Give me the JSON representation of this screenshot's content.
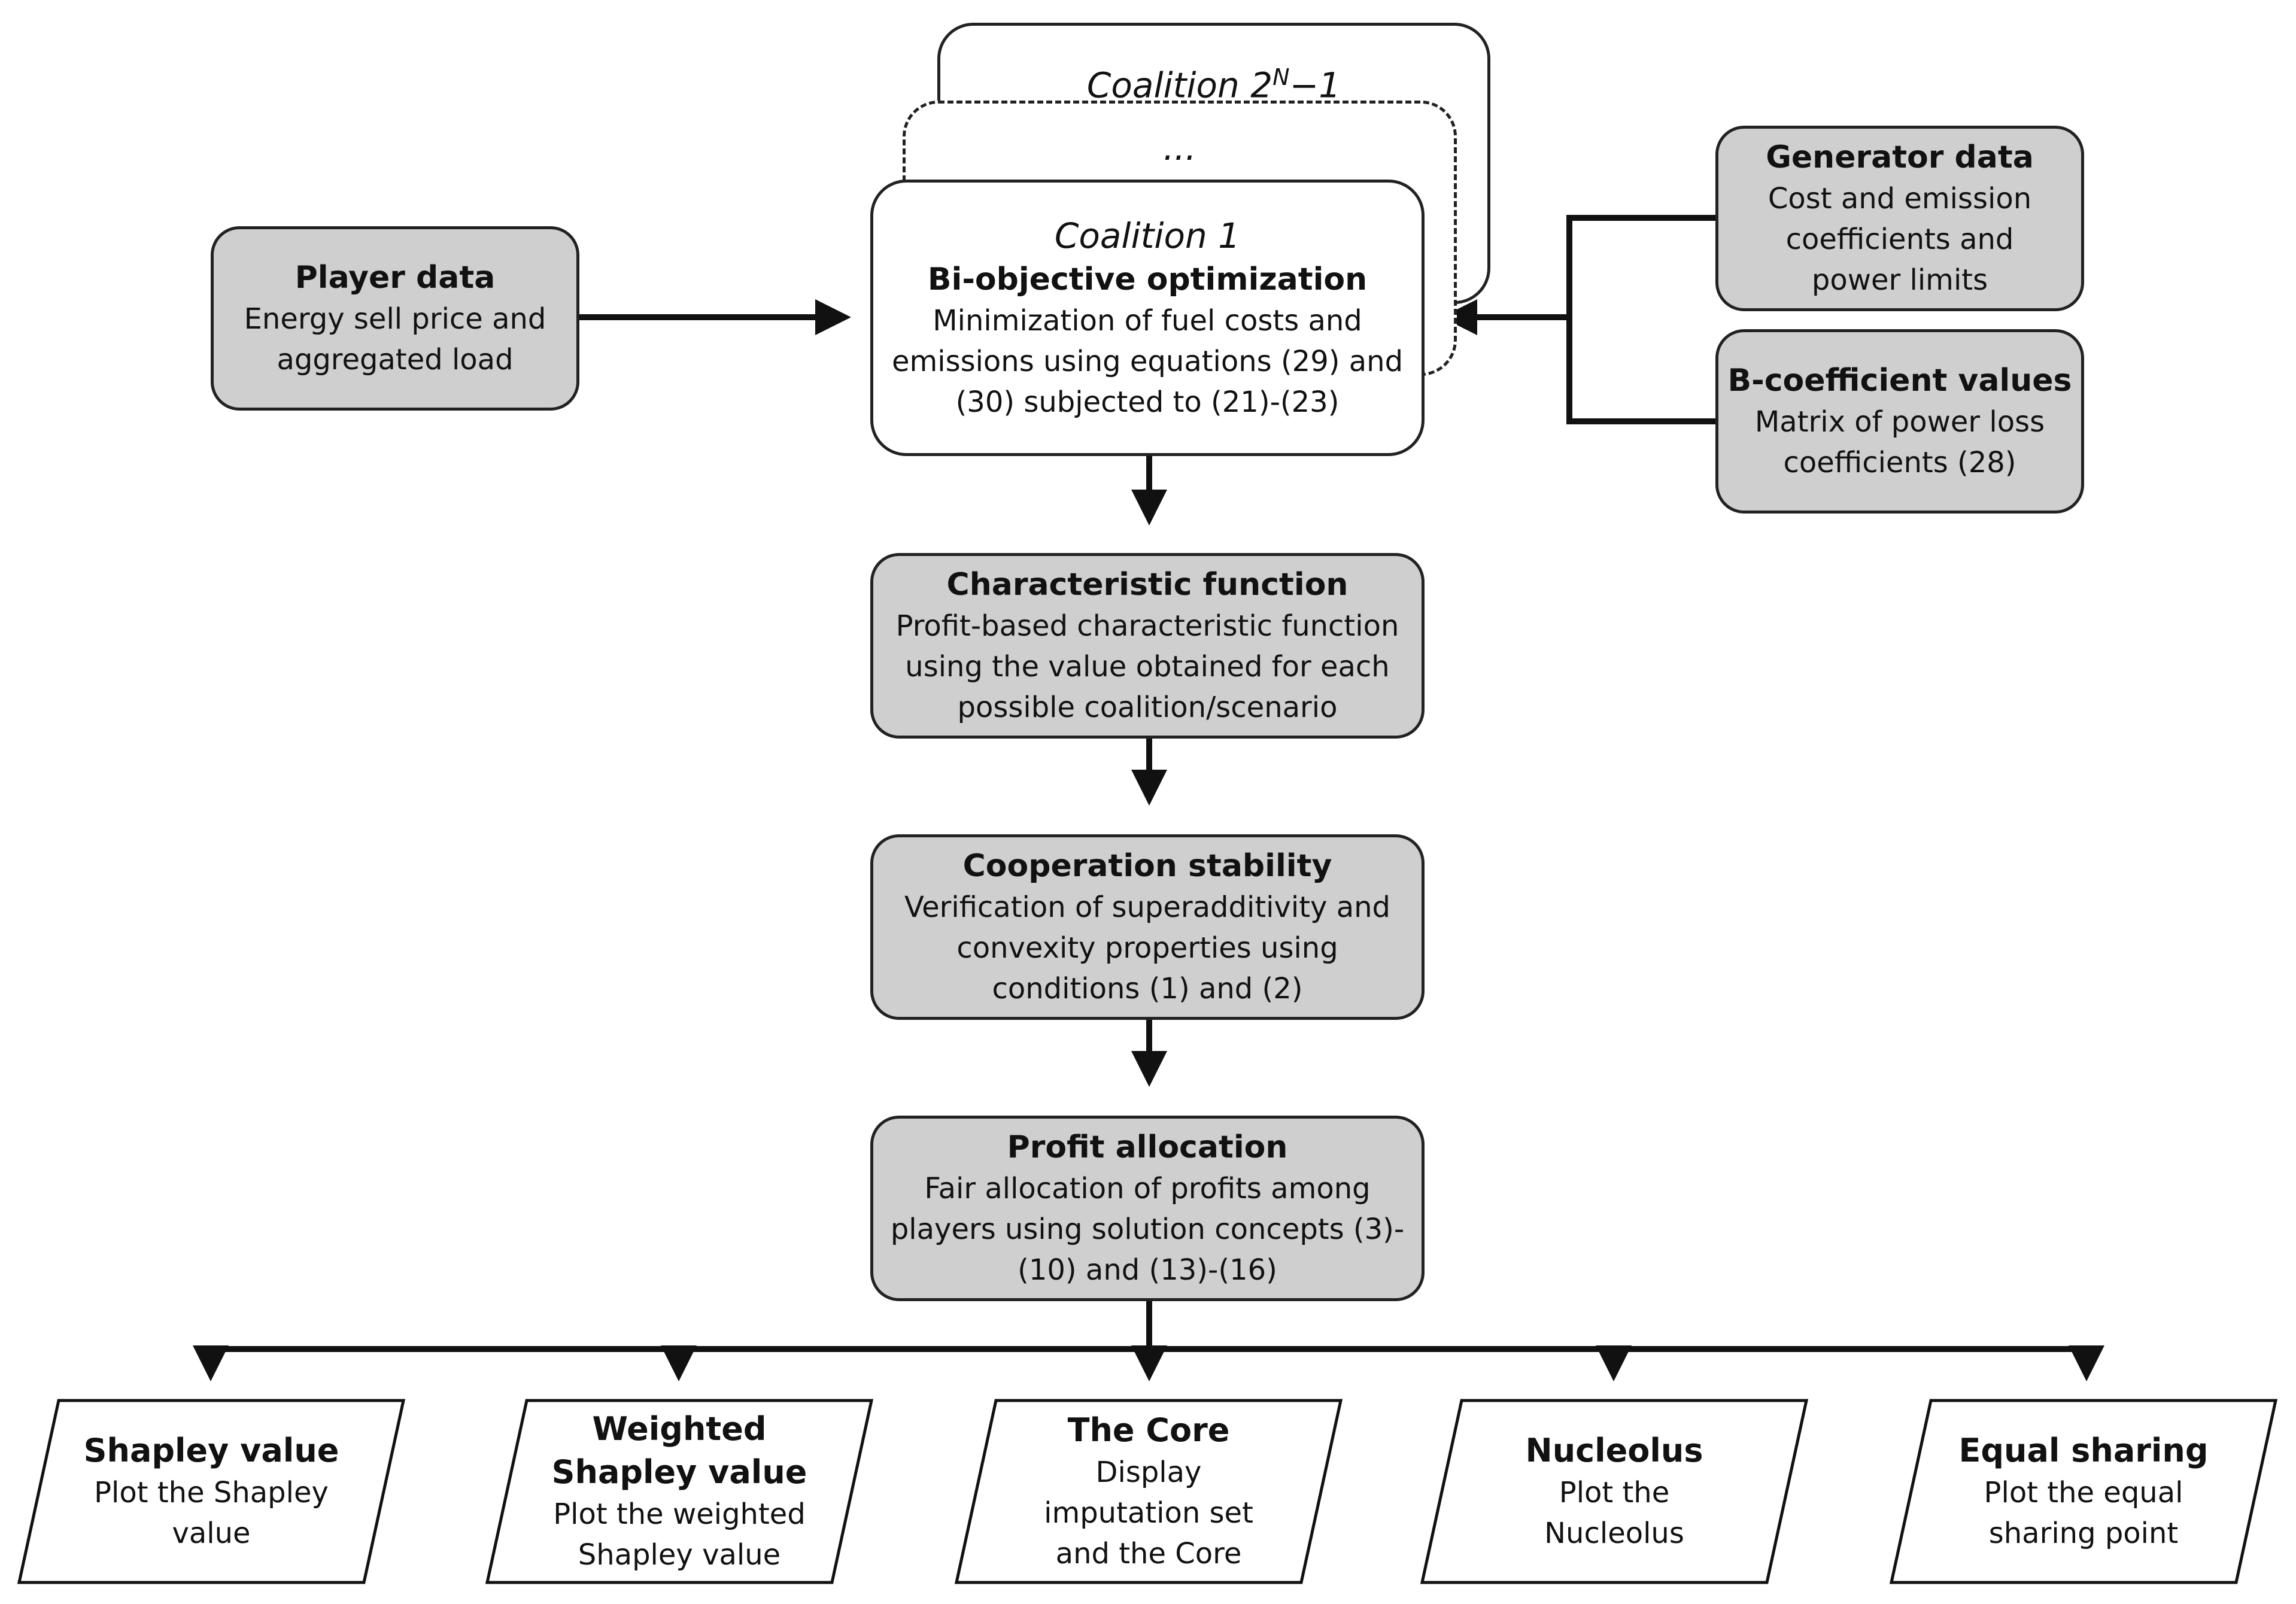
{
  "coalitions": {
    "back_label": "Coalition 2",
    "back_sup": "N",
    "back_suffix": "−1",
    "middle_label": "...",
    "front_label": "Coalition 1",
    "front_title": "Bi-objective optimization",
    "front_desc": [
      "Minimization of fuel costs and",
      "emissions using equations (29) and",
      "(30) subjected to (21)-(23)"
    ]
  },
  "player_data": {
    "title": "Player data",
    "desc": [
      "Energy sell price and",
      "aggregated load"
    ]
  },
  "generator_data": {
    "title": "Generator data",
    "desc": [
      "Cost and emission",
      "coefficients and",
      "power limits"
    ]
  },
  "b_coefficient": {
    "title": "B-coefficient values",
    "desc": [
      "Matrix of power loss",
      "coefficients (28)"
    ]
  },
  "characteristic_function": {
    "title": "Characteristic function",
    "desc": [
      "Profit-based characteristic function",
      "using the value obtained for each",
      "possible coalition/scenario"
    ]
  },
  "cooperation_stability": {
    "title": "Cooperation stability",
    "desc": [
      "Verification of superadditivity and",
      "convexity properties using",
      "conditions (1) and (2)"
    ]
  },
  "profit_allocation": {
    "title": "Profit allocation",
    "desc": [
      "Fair allocation of profits among",
      "players using solution concepts (3)-",
      "(10) and (13)-(16)"
    ]
  },
  "outputs": [
    {
      "title": [
        "Shapley value"
      ],
      "desc": [
        "Plot the Shapley",
        "value"
      ]
    },
    {
      "title": [
        "Weighted",
        "Shapley value"
      ],
      "desc": [
        "Plot the weighted",
        "Shapley value"
      ]
    },
    {
      "title": [
        "The Core"
      ],
      "desc": [
        "Display",
        "imputation set",
        "and the Core"
      ]
    },
    {
      "title": [
        "Nucleolus"
      ],
      "desc": [
        "Plot the",
        "Nucleolus"
      ]
    },
    {
      "title": [
        "Equal sharing"
      ],
      "desc": [
        "Plot the equal",
        "sharing point"
      ]
    }
  ]
}
